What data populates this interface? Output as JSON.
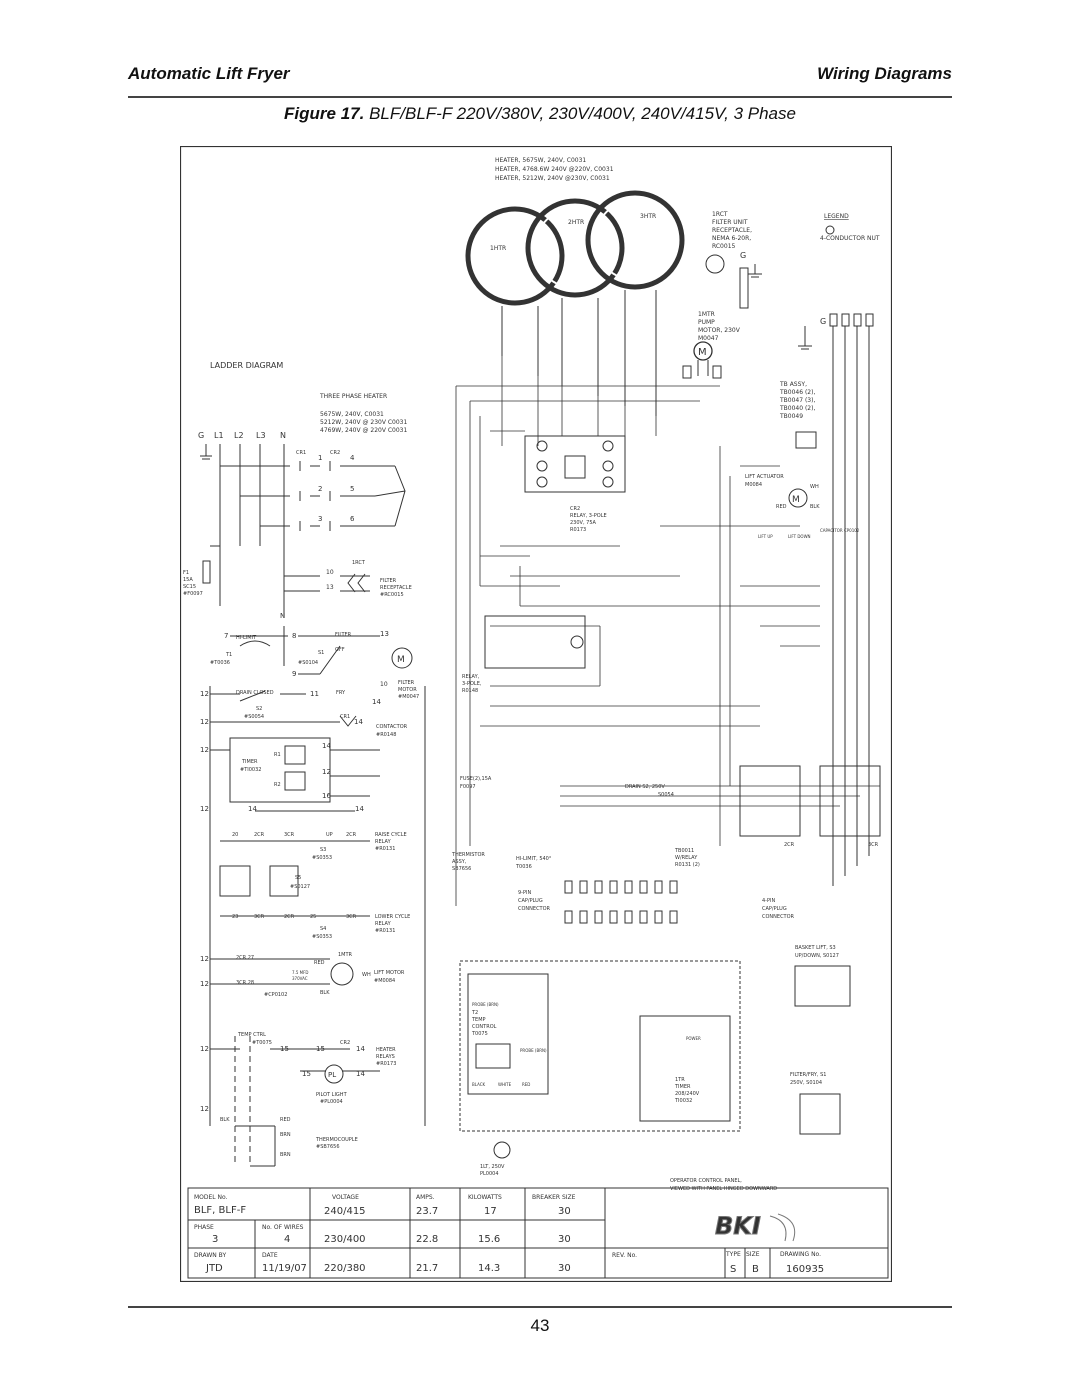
{
  "header": {
    "left_title": "Automatic Lift Fryer",
    "right_title": "Wiring Diagrams"
  },
  "figure": {
    "label": "Figure 17.",
    "caption": "BLF/BLF-F 220V/380V, 230V/400V, 240V/415V, 3 Phase"
  },
  "diagram": {
    "heater_notes": [
      "HEATER, 5675W, 240V, C0031",
      "HEATER, 4768.6W 240V @220V, C0031",
      "HEATER, 5212W, 240V @230V, C0031"
    ],
    "heaters": [
      "1HTR",
      "2HTR",
      "3HTR"
    ],
    "legend_title": "LEGEND",
    "legend_item": "4-CONDUCTOR NUT",
    "filter_unit": [
      "1RCT",
      "FILTER UNIT",
      "RECEPTACLE,",
      "NEMA 6-20R,",
      "RC0015"
    ],
    "pump_motor": [
      "1MTR",
      "PUMP",
      "MOTOR, 230V",
      "M0047"
    ],
    "tb_assy": [
      "TB ASSY,",
      "TB0046 (2),",
      "TB0047 (3),",
      "TB0040 (2),",
      "TB0049"
    ],
    "ladder_title": "LADDER DIAGRAM",
    "ladder_heater": [
      "THREE PHASE HEATER",
      "5675W, 240V, C0031",
      "5212W, 240V @ 230V C0031",
      "4769W, 240V @ 220V C0031"
    ],
    "ladder_lines": [
      "G",
      "L1",
      "L2",
      "L3",
      "N"
    ],
    "cr_labels": [
      "CR1",
      "CR2"
    ],
    "fuse_f1": [
      "F1",
      "15A",
      "SC15",
      "#F0097"
    ],
    "ladder_1rct": "1RCT",
    "filter_receptacle": [
      "FILTER",
      "RECEPTACLE",
      "#RC0015"
    ],
    "hi_limit": [
      "HI-LIMIT",
      "T1",
      "#T0036"
    ],
    "filter_switch": [
      "FILTER",
      "OFF",
      "S1",
      "#S0104"
    ],
    "filter_motor": [
      "FILTER",
      "MOTOR",
      "#M0047"
    ],
    "drain_closed": [
      "DRAIN CLOSED",
      "FRY",
      "S2",
      "#S0054"
    ],
    "contactor": [
      "CR1",
      "CONTACTOR",
      "#R0148"
    ],
    "timer": [
      "R1",
      "TIMER",
      "#TI0032",
      "R2"
    ],
    "raise_cycle": [
      "RAISE CYCLE",
      "RELAY",
      "#R0131",
      "S3",
      "#S0353"
    ],
    "s5": [
      "S5",
      "#S0127"
    ],
    "lower_cycle": [
      "LOWER CYCLE",
      "RELAY",
      "#R0131",
      "S4",
      "#S0353"
    ],
    "lift_motor_ladder": [
      "1MTR",
      "RED",
      "WH",
      "LIFT MOTOR",
      "#M0084",
      "BLK",
      "#CP0102",
      "7.5 MFD",
      "370VAC"
    ],
    "temp_ctrl": [
      "TEMP CTRL",
      "#T0075"
    ],
    "heater_relays": [
      "CR2",
      "HEATER",
      "RELAYS",
      "#R0173"
    ],
    "pilot_light": [
      "PL",
      "PILOT LIGHT",
      "#PL0004"
    ],
    "thermocouple": [
      "BLK",
      "RED",
      "BRN",
      "THERMOCOUPLE",
      "#SB7656",
      "BRN"
    ],
    "lift_actuator": [
      "LIFT ACTUATOR",
      "M0084",
      "RED",
      "BLK",
      "WH"
    ],
    "lift_switches": [
      "LIFT UP",
      "LIFT DOWN",
      "CAPACITOR CP0102"
    ],
    "cr2_relay": [
      "CR2",
      "RELAY, 3-POLE",
      "230V, 75A",
      "R0173"
    ],
    "relay_r0148": [
      "RELAY,",
      "3-POLE,",
      "R0148"
    ],
    "fuse2": [
      "FUSE(2),15A",
      "F0097"
    ],
    "drain_s2": [
      "DRAIN S2, 250V",
      "S0054"
    ],
    "tb0011": [
      "TB0011",
      "W/RELAY",
      "R0131 (2)"
    ],
    "relay_2cr": "2CR",
    "relay_3cr": "3CR",
    "thermistor": [
      "THERMISTOR",
      "ASSY,",
      "SB7656"
    ],
    "hi_limit2": [
      "HI-LIMIT, 540°",
      "T0036"
    ],
    "connector_9pin": [
      "9-PIN",
      "CAP/PLUG",
      "CONNECTOR"
    ],
    "connector_4pin": [
      "4-PIN",
      "CAP/PLUG",
      "CONNECTOR"
    ],
    "basket_lift": [
      "BASKET LIFT, S3",
      "UP/DOWN, S0127"
    ],
    "temp_control": [
      "T2",
      "TEMP",
      "CONTROL",
      "T0075",
      "PROBE (BRN)",
      "PROBE (BRN)",
      "BLACK",
      "WHITE",
      "RED"
    ],
    "power": "POWER",
    "timer_1tr": [
      "1TR",
      "TIMER",
      "208/240V",
      "TI0032"
    ],
    "filter_fry": [
      "FILTER/FRY, S1",
      "250V, S0104"
    ],
    "light_1lt": [
      "1LT, 250V",
      "PL0004"
    ],
    "panel_note": [
      "OPERATOR CONTROL PANEL,",
      "VIEWED WITH PANEL HINGED DOWNWARD"
    ],
    "title_block": {
      "model_label": "MODEL No.",
      "model_value": "BLF, BLF-F",
      "phase_label": "PHASE",
      "phase_value": "3",
      "wires_label": "No. OF WIRES",
      "wires_value": "4",
      "drawn_label": "DRAWN BY",
      "drawn_value": "JTD",
      "date_label": "DATE",
      "date_value": "11/19/07",
      "col_headers": [
        "VOLTAGE",
        "AMPS.",
        "KILOWATTS",
        "BREAKER SIZE"
      ],
      "rows": [
        [
          "240/415",
          "23.7",
          "17",
          "30"
        ],
        [
          "230/400",
          "22.8",
          "15.6",
          "30"
        ],
        [
          "220/380",
          "21.7",
          "14.3",
          "30"
        ]
      ],
      "logo": "BKI",
      "rev_label": "REV. No.",
      "type_label": "TYPE",
      "size_label": "SIZE",
      "drawing_label": "DRAWING No.",
      "type_value": "S",
      "size_value": "B",
      "drawing_value": "160935"
    }
  },
  "page_number": "43"
}
